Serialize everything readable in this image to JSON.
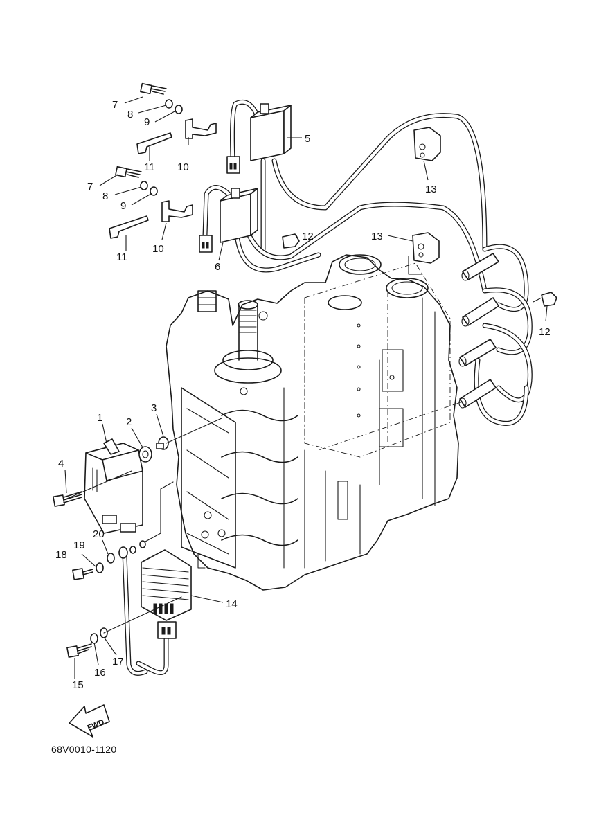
{
  "diagram": {
    "code": "68V0010-1120",
    "fwd_label": "FWD",
    "callouts": {
      "c1": "1",
      "c2": "2",
      "c3": "3",
      "c4": "4",
      "c5": "5",
      "c6": "6",
      "c7a": "7",
      "c7b": "7",
      "c8a": "8",
      "c8b": "8",
      "c9a": "9",
      "c9b": "9",
      "c10a": "10",
      "c10b": "10",
      "c11a": "11",
      "c11b": "11",
      "c12a": "12",
      "c12b": "12",
      "c13a": "13",
      "c13b": "13",
      "c14": "14",
      "c15": "15",
      "c16": "16",
      "c17": "17",
      "c18": "18",
      "c19": "19",
      "c20": "20"
    }
  }
}
